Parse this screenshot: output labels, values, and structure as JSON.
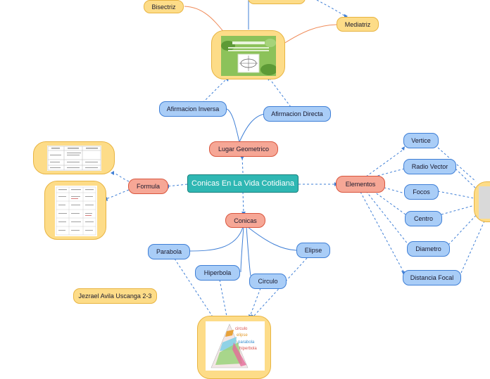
{
  "center": "Conicas En La Vida Cotidiana",
  "nodes": {
    "lugar_geometrico": "Lugar Geometrico",
    "afirmacion_inversa": "Afirmacion Inversa",
    "afirmacion_directa": "Afirmacion Directa",
    "bisectriz": "Bisectriz",
    "mediatriz": "Mediatriz",
    "formula": "Formula",
    "conicas": "Conicas",
    "parabola": "Parabola",
    "hiperbola": "Hiperbola",
    "circulo": "Circulo",
    "elipse": "Elipse",
    "elementos": "Elementos",
    "vertice": "Vertice",
    "radio_vector": "Radio Vector",
    "focos": "Focos",
    "centro": "Centro",
    "diametro": "Diametro",
    "distancia_focal": "Distancia Focal",
    "author": "Jezrael Avila Uscanga 2-3"
  },
  "cone_labels": [
    "circulo",
    "elipse",
    "parabola",
    "hiperbola"
  ],
  "colors": {
    "blue_link": "#3f7fd6",
    "orange_link": "#f08c5a",
    "teal": "#2fb7b3",
    "salmon": "#f6a796",
    "yellow": "#fddc88"
  }
}
